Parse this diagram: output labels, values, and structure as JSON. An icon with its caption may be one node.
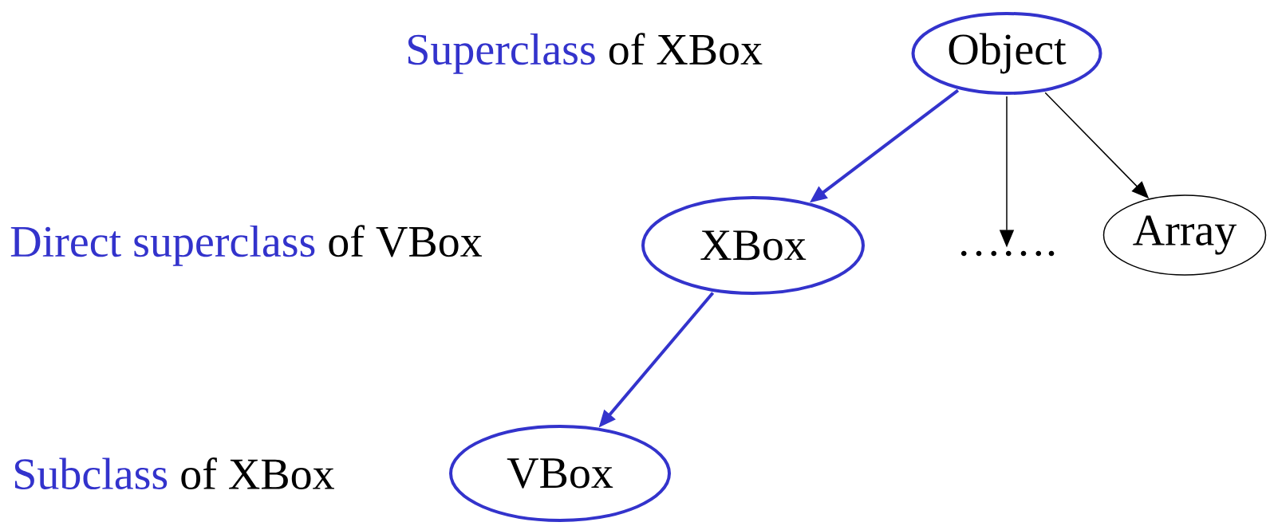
{
  "diagram": {
    "nodes": [
      {
        "text": [
          "Object"
        ]
      },
      {
        "text": [
          "XBox"
        ]
      },
      {
        "text": [
          "……."
        ]
      },
      {
        "text": [
          "Array"
        ]
      },
      {
        "text": [
          "VBox"
        ]
      }
    ],
    "edges": [
      {
        "from": 0,
        "to": 1,
        "arrow": "to",
        "style": "thick",
        "color": "#3333cc"
      },
      {
        "from": 0,
        "to": 2,
        "arrow": "to",
        "color": "#000000"
      },
      {
        "from": 0,
        "to": 3,
        "arrow": "to",
        "color": "#000000"
      },
      {
        "from": 1,
        "to": 4,
        "arrow": "to",
        "style": "thick",
        "color": "#3333cc"
      }
    ],
    "labels": [
      "Superclass",
      "of XBox",
      "Direct superclass",
      "of VBox",
      "Subclass",
      "of XBox"
    ]
  }
}
